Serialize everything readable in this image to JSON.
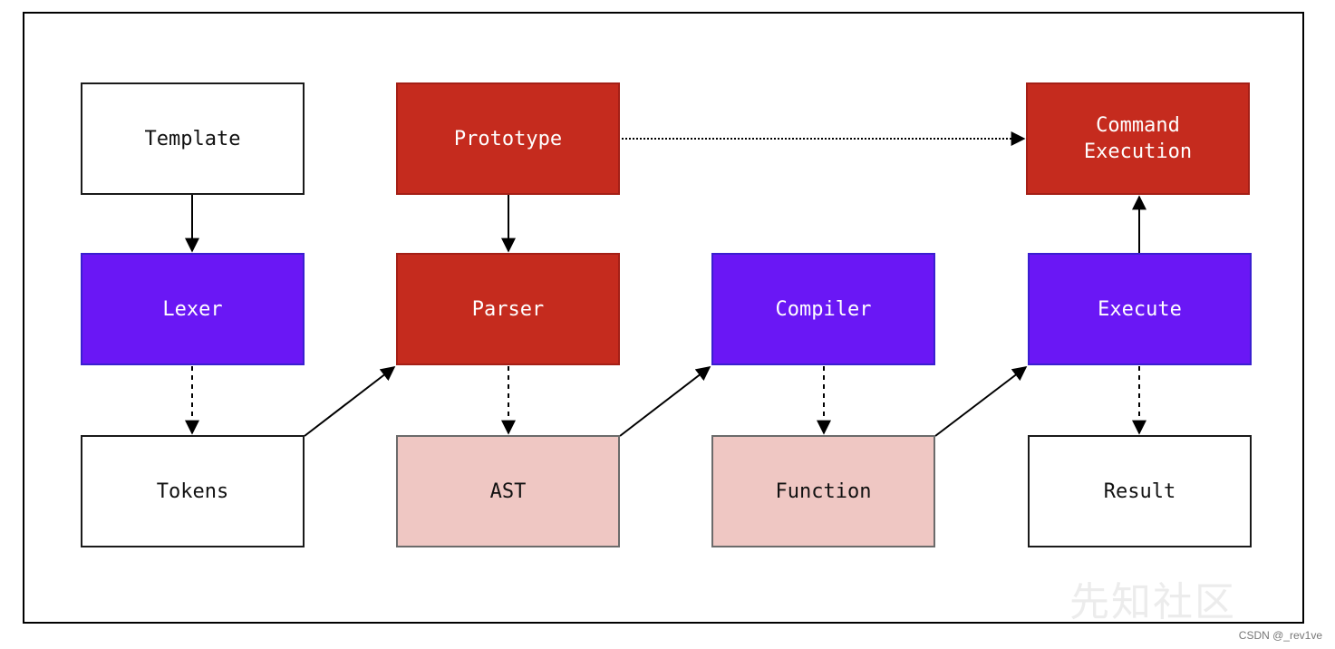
{
  "nodes": {
    "template": "Template",
    "prototype": "Prototype",
    "command_execution": "Command\nExecution",
    "lexer": "Lexer",
    "parser": "Parser",
    "compiler": "Compiler",
    "execute": "Execute",
    "tokens": "Tokens",
    "ast": "AST",
    "function": "Function",
    "result": "Result"
  },
  "watermark": "先知社区",
  "credit": "CSDN @_rev1ve",
  "colors": {
    "purple": "#6a17f5",
    "red": "#c52b1e",
    "pink": "#efc7c3"
  }
}
